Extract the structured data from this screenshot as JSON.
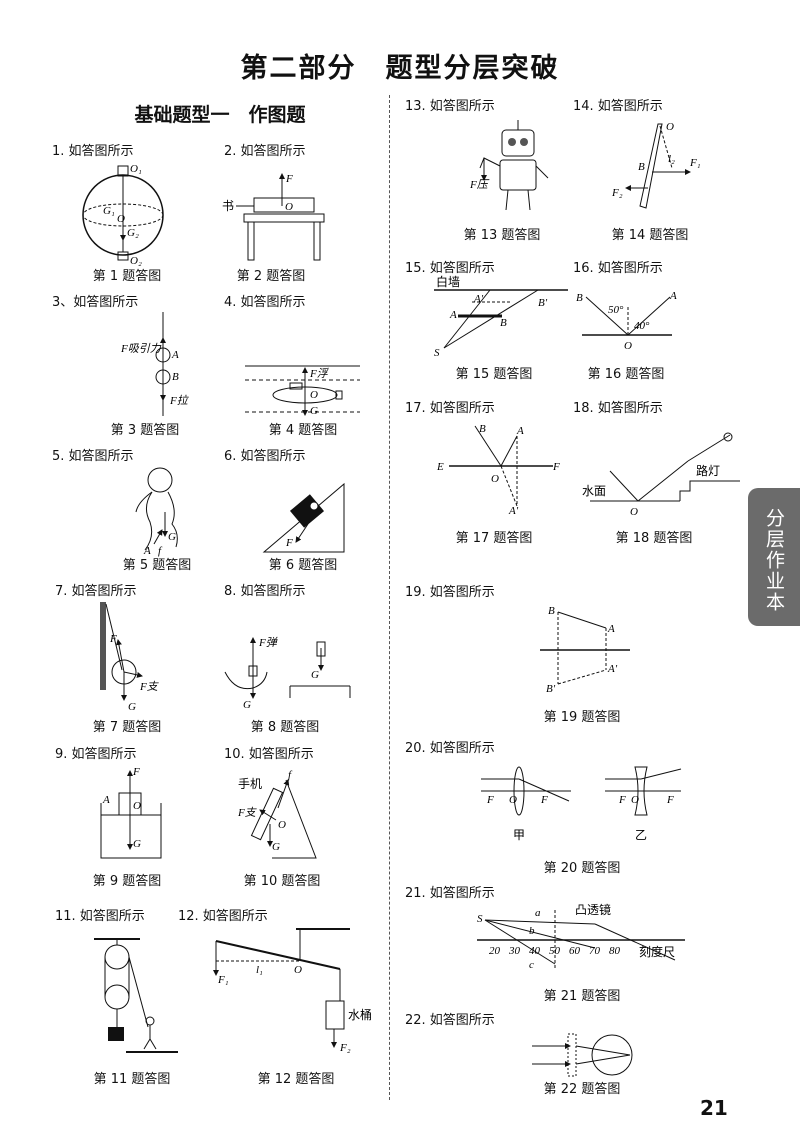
{
  "page_title": "第二部分　题型分层突破",
  "section_title": "基础题型一　作图题",
  "side_tab": "分层作业本",
  "page_number": "21",
  "items": [
    {
      "label": "1. 如答图所示",
      "caption": "第 1 题答图"
    },
    {
      "label": "2. 如答图所示",
      "caption": "第 2 题答图"
    },
    {
      "label": "3、如答图所示",
      "caption": "第 3 题答图"
    },
    {
      "label": "4. 如答图所示",
      "caption": "第 4 题答图"
    },
    {
      "label": "5. 如答图所示",
      "caption": "第 5 题答图"
    },
    {
      "label": "6. 如答图所示",
      "caption": "第 6 题答图"
    },
    {
      "label": "7. 如答图所示",
      "caption": "第 7 题答图"
    },
    {
      "label": "8. 如答图所示",
      "caption": "第 8 题答图"
    },
    {
      "label": "9. 如答图所示",
      "caption": "第 9 题答图"
    },
    {
      "label": "10. 如答图所示",
      "caption": "第 10 题答图"
    },
    {
      "label": "11. 如答图所示",
      "caption": "第 11 题答图"
    },
    {
      "label": "12. 如答图所示",
      "caption": "第 12 题答图"
    },
    {
      "label": "13. 如答图所示",
      "caption": "第 13 题答图"
    },
    {
      "label": "14. 如答图所示",
      "caption": "第 14 题答图"
    },
    {
      "label": "15. 如答图所示",
      "caption": "第 15 题答图"
    },
    {
      "label": "16. 如答图所示",
      "caption": "第 16 题答图"
    },
    {
      "label": "17. 如答图所示",
      "caption": "第 17 题答图"
    },
    {
      "label": "18. 如答图所示",
      "caption": "第 18 题答图"
    },
    {
      "label": "19. 如答图所示",
      "caption": "第 19 题答图"
    },
    {
      "label": "20. 如答图所示",
      "caption": "第 20 题答图"
    },
    {
      "label": "21. 如答图所示",
      "caption": "第 21 题答图"
    },
    {
      "label": "22. 如答图所示",
      "caption": "第 22 题答图"
    }
  ],
  "figure_text": {
    "q1": {
      "o1": "O₁",
      "o2": "O₂",
      "g1": "G₁",
      "o": "O",
      "g2": "G₂"
    },
    "q2": {
      "f": "F",
      "book": "书",
      "o": "O"
    },
    "q3": {
      "fattr": "F吸引力",
      "a": "A",
      "b": "B",
      "fpull": "F拉"
    },
    "q4": {
      "ffloat": "F浮",
      "o": "O",
      "g": "G"
    },
    "q5": {
      "g": "G",
      "a": "A",
      "f": "f"
    },
    "q6": {
      "f": "F"
    },
    "q7": {
      "f": "F",
      "fsupport": "F支",
      "g": "G"
    },
    "q8": {
      "fspring": "F弹",
      "g1": "G",
      "g2": "G"
    },
    "q9": {
      "f": "F",
      "a": "A",
      "o": "O",
      "g": "G"
    },
    "q10": {
      "phone": "手机",
      "f": "f",
      "fsupport": "F支",
      "o": "O",
      "g": "G"
    },
    "q12": {
      "f1": "F₁",
      "l1": "l₁",
      "o": "O",
      "bucket": "水桶",
      "f2": "F₂"
    },
    "q13": {
      "fpress": "F压"
    },
    "q14": {
      "o": "O",
      "b": "B",
      "l2": "l₂",
      "f1": "F₁",
      "f2": "F₂"
    },
    "q15": {
      "wall": "白墙",
      "a1": "A′",
      "b1": "B′",
      "a": "A",
      "b": "B",
      "s": "S"
    },
    "q16": {
      "b": "B",
      "a": "A",
      "angle1": "50°",
      "angle2": "40°",
      "o": "O"
    },
    "q17": {
      "b": "B",
      "a": "A",
      "e": "E",
      "f": "F",
      "o": "O",
      "a1": "A′"
    },
    "q18": {
      "water": "水面",
      "lamp": "路灯",
      "o": "O"
    },
    "q19": {
      "b": "B",
      "a": "A",
      "a1": "A′",
      "b1": "B′"
    },
    "q20": {
      "f": "F",
      "o": "O",
      "jia": "甲",
      "yi": "乙"
    },
    "q21": {
      "s": "S",
      "a": "a",
      "lens": "凸透镜",
      "b": "b",
      "c": "c",
      "ruler": "刻度尺",
      "ticks": [
        "20",
        "30",
        "40",
        "50",
        "60",
        "70",
        "80"
      ]
    }
  }
}
